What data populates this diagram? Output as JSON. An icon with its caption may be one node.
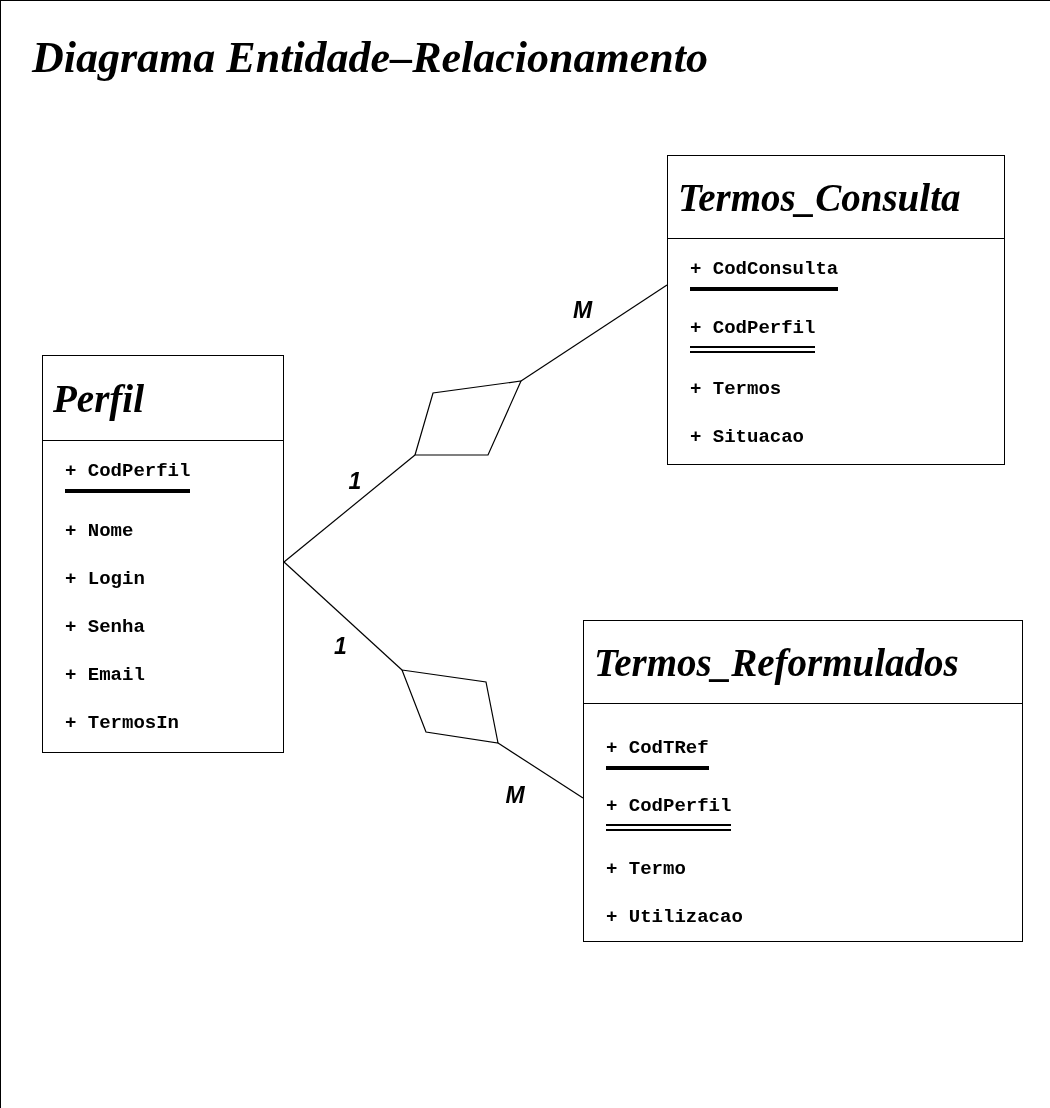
{
  "diagram": {
    "title": "Diagrama Entidade–Relacionamento",
    "nodes": [
      {
        "text": [
          "Perfil",
          "+ CodPerfil",
          "+ Nome",
          "+ Login",
          "+ Senha",
          "+ Email",
          "+ TermosIn"
        ]
      },
      {
        "text": [],
        "shape": "diamond"
      },
      {
        "text": [
          "Termos_Consulta",
          "+ CodConsulta",
          "+ CodPerfil",
          "+ Termos",
          "+ Situacao"
        ]
      },
      {
        "text": [],
        "shape": "diamond"
      },
      {
        "text": [
          "Termos_Reformulados",
          "+ CodTRef",
          "+ CodPerfil",
          "+ Termo",
          "+ Utilizacao"
        ]
      }
    ],
    "edges": [
      {
        "from": 0,
        "to": 1,
        "arrow": "none",
        "label": "1"
      },
      {
        "from": 1,
        "to": 2,
        "arrow": "none",
        "label": "M"
      },
      {
        "from": 0,
        "to": 3,
        "arrow": "none",
        "label": "1"
      },
      {
        "from": 3,
        "to": 4,
        "arrow": "none",
        "label": "M"
      }
    ]
  }
}
